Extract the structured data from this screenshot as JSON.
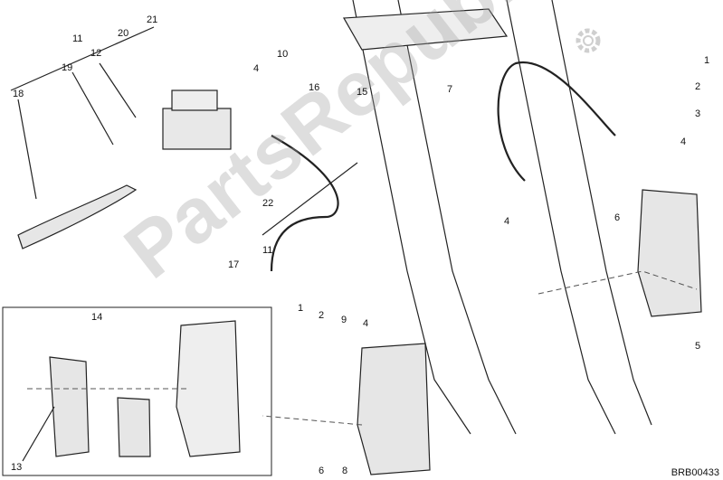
{
  "diagram": {
    "watermark_text": "PartsRepublik",
    "drawing_code": "BRB00433",
    "colors": {
      "line": "#222222",
      "part_fill": "#e6e6e6",
      "watermark": "#a0a0a0"
    },
    "callouts": [
      "1",
      "2",
      "3",
      "4",
      "6",
      "5",
      "7",
      "15",
      "16",
      "10",
      "4",
      "21",
      "20",
      "11",
      "12",
      "19",
      "18",
      "22",
      "17",
      "11",
      "1",
      "2",
      "9",
      "4",
      "4",
      "6",
      "8",
      "14",
      "13"
    ]
  }
}
